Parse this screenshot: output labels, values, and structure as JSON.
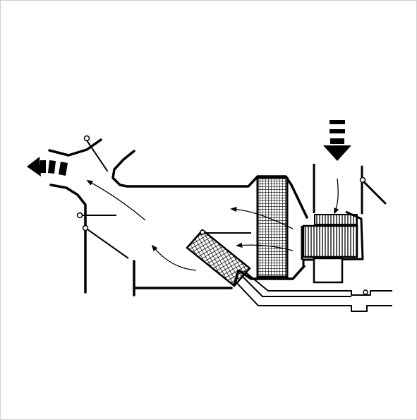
{
  "diagram": {
    "kind": "hvac-airflow-schematic",
    "colors": {
      "background": "#ffffff",
      "ink": "#000000",
      "frame": "#cfcfcf"
    },
    "components": [
      "recirculation-intake-arrow",
      "outlet-arrow",
      "outlet-mode-door",
      "vent-mode-door",
      "air-mix-door",
      "evaporator-core",
      "heater-core",
      "blower-fan",
      "blower-motor",
      "intake-door",
      "coolant-pipes",
      "airflow-arrows"
    ]
  }
}
